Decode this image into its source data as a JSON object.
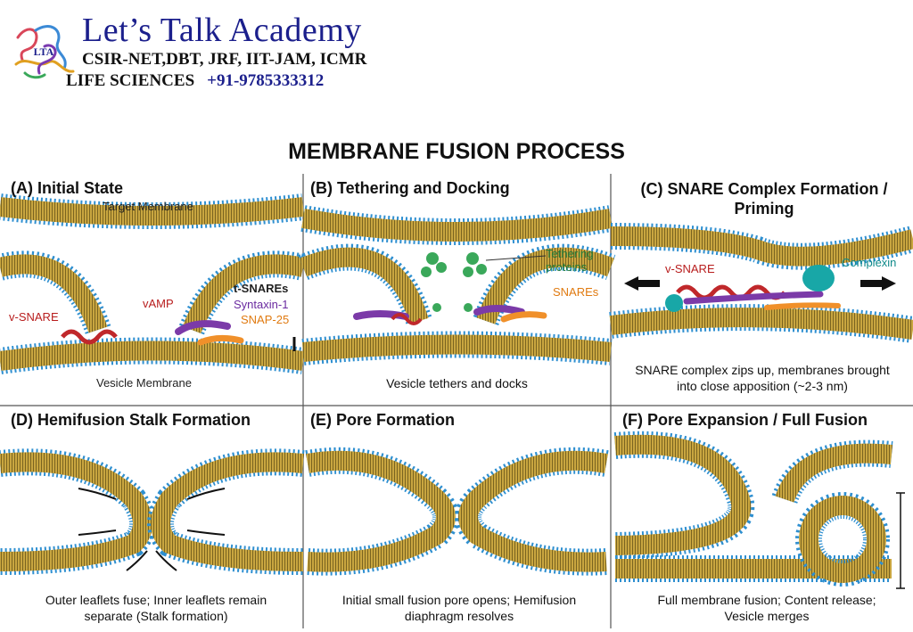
{
  "brand": {
    "name": "Let’s Talk Academy",
    "tagline": "CSIR-NET,DBT, JRF, IIT-JAM, ICMR",
    "subject": "LIFE SCIENCES",
    "phone": "+91-9785333312",
    "logo_text": "LTA",
    "color": "#1b1f8c"
  },
  "title": "MEMBRANE FUSION PROCESS",
  "colors": {
    "head": "#2e8fd0",
    "tail": "#c9a640",
    "vsnare": "#c0282b",
    "syntaxin": "#7b3aa8",
    "snap25": "#f0902a",
    "tether": "#3aa85a",
    "complexin": "#18a7a7"
  },
  "panels": {
    "a": {
      "title": "(A) Initial State",
      "target": "Target Membrane",
      "vesicle": "Vesicle Membrane",
      "vsnare": "v-SNARE",
      "vamp": "vAMP",
      "tsnares": "t-SNAREs",
      "syntaxin": "Syntaxin-1",
      "snap25": "SNAP-25"
    },
    "b": {
      "title": "(B) Tethering and Docking",
      "tethering": "Tethering proteins",
      "snares": "SNAREs",
      "caption": "Vesicle tethers and docks"
    },
    "c": {
      "title": "(C) SNARE Complex Formation / Priming",
      "vsnare": "v-SNARE",
      "complexin": "Complexin",
      "caption": "SNARE complex zips up, membranes brought into close apposition (~2-3 nm)"
    },
    "d": {
      "title": "(D) Hemifusion Stalk Formation",
      "caption": "Outer leaflets fuse; Inner leaflets remain separate (Stalk formation)"
    },
    "e": {
      "title": "(E) Pore Formation",
      "caption": "Initial small fusion pore opens; Hemifusion diaphragm resolves"
    },
    "f": {
      "title": "(F) Pore Expansion / Full Fusion",
      "caption": "Full membrane fusion; Content release; Vesicle merges"
    }
  }
}
